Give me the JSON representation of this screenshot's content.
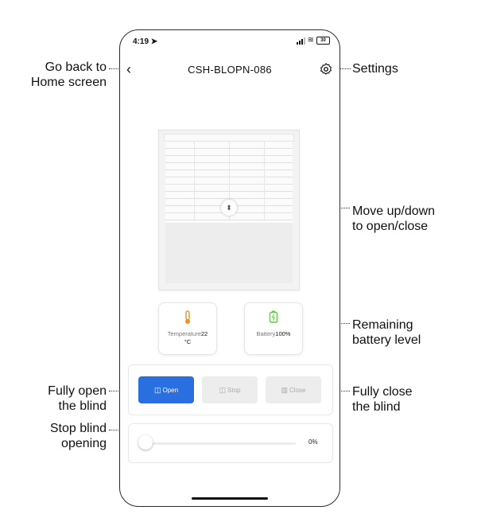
{
  "annotations": {
    "back": [
      "Go back to",
      "Home screen"
    ],
    "settings": "Settings",
    "move": [
      "Move up/down",
      "to open/close"
    ],
    "battery": [
      "Remaining",
      "battery level"
    ],
    "open": [
      "Fully open",
      "the blind"
    ],
    "close": [
      "Fully close",
      "the blind"
    ],
    "stop": [
      "Stop blind",
      "opening"
    ]
  },
  "status_bar": {
    "time": "4:19",
    "battery": "30"
  },
  "header": {
    "title": "CSH-BLOPN-086"
  },
  "sensors": {
    "temperature": {
      "label": "Temperature",
      "value": "22",
      "unit": "°C"
    },
    "battery": {
      "label": "Battery",
      "value": "100%"
    }
  },
  "controls": {
    "open_label": "Open",
    "stop_label": "Stop",
    "close_label": "Close"
  },
  "slider": {
    "value_text": "0%",
    "value": 0
  },
  "colors": {
    "primary": "#2a6fe0",
    "temperature_icon": "#f0902a",
    "battery_icon": "#5bd13a"
  },
  "icons": [
    "back-chevron-icon",
    "gear-icon",
    "up-down-arrows-icon",
    "thermometer-icon",
    "battery-icon",
    "blind-open-icon",
    "blind-stop-icon",
    "blind-close-icon"
  ]
}
